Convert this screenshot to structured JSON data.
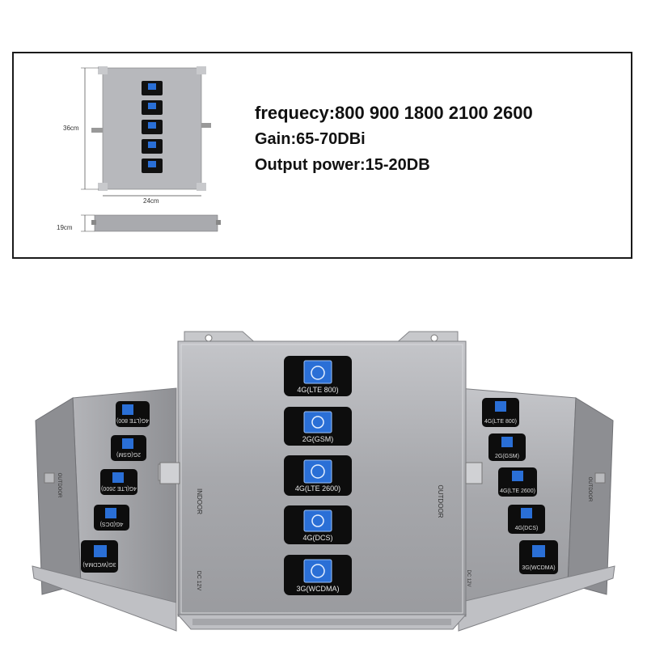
{
  "specs": {
    "frequency": "frequecy:800 900 1800 2100 2600",
    "gain": "Gain:65-70DBi",
    "output_power": "Output power:15-20DB"
  },
  "dimensions": {
    "height": "36cm",
    "width": "24cm",
    "depth": "19cm"
  },
  "front_panel": {
    "modules": [
      "4G(LTE 800)",
      "2G(GSM)",
      "4G(LTE 2600)",
      "4G(DCS)",
      "3G(WCDMA)"
    ],
    "indoor_label": "INDOOR",
    "outdoor_label": "OUTDOOR",
    "power_label": "DC 12V"
  },
  "left_panel": {
    "modules": [
      "4G(LTE 800)",
      "2G(GSM)",
      "4G(LTE 2600)",
      "4G(DCS)",
      "3G(WCDMA)"
    ],
    "side_label": "OUTDOOR"
  },
  "right_panel": {
    "modules": [
      "4G(LTE 800)",
      "2G(GSM)",
      "4G(LTE 2600)",
      "4G(DCS)",
      "3G(WCDMA)"
    ],
    "side_label": "OUTDOOR",
    "power_label": "DC 12V"
  },
  "colors": {
    "module_bg": "#0d0d0d",
    "icon_blue": "#2a6fd6",
    "panel_silver": "#a9aaae"
  }
}
